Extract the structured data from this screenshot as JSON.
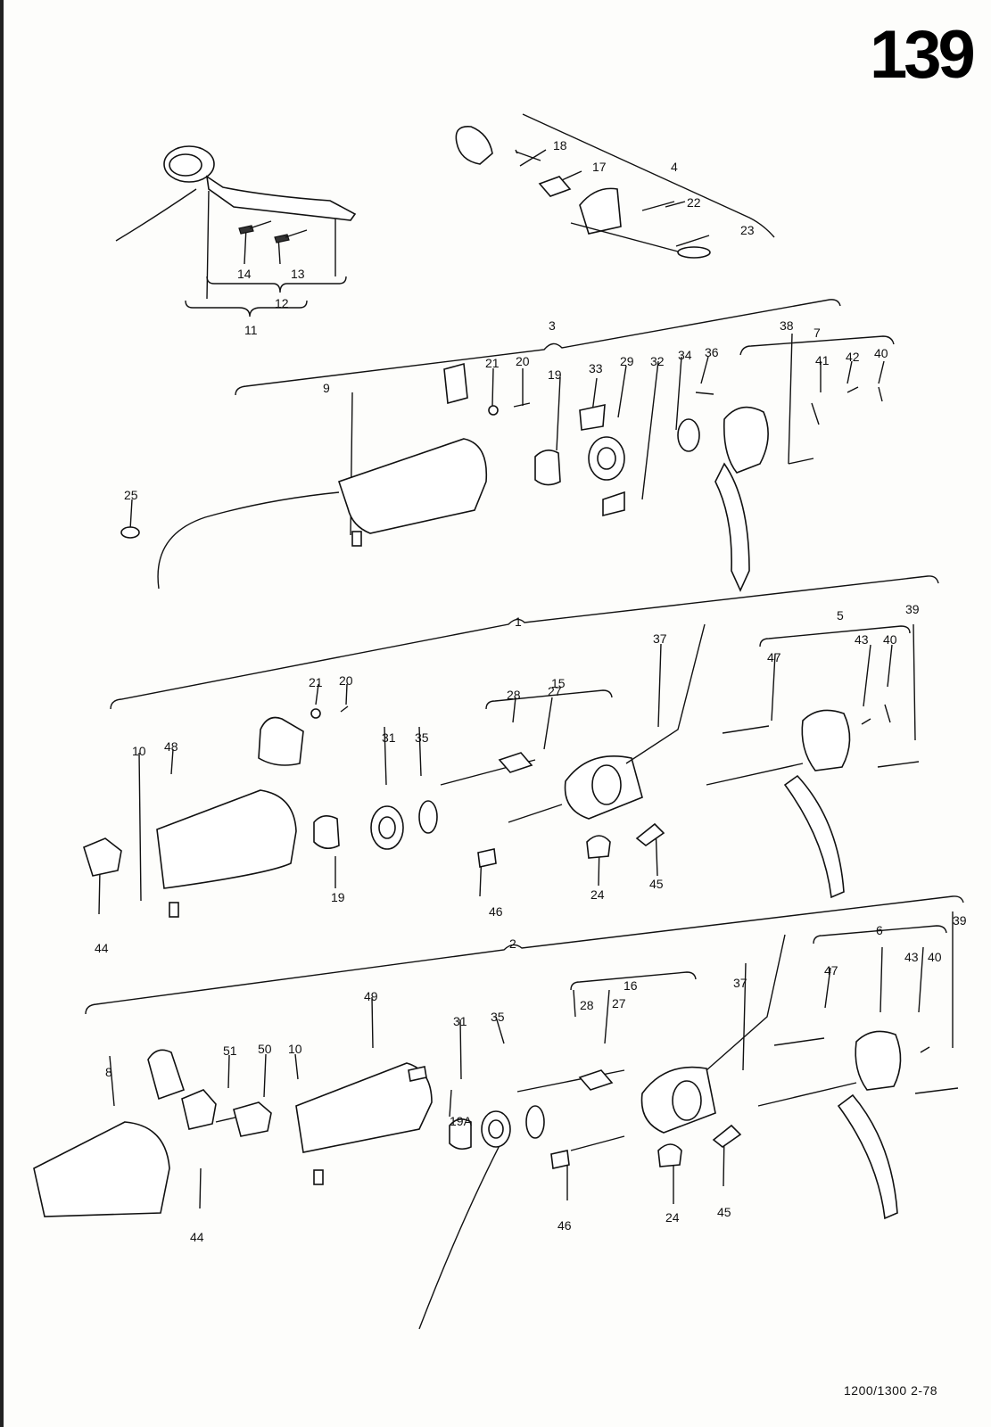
{
  "page_number": "139",
  "footer": "1200/1300  2-78",
  "callouts": {
    "top_left": [
      "11",
      "12",
      "13",
      "14"
    ],
    "top_right": [
      "4",
      "17",
      "18",
      "22",
      "23"
    ],
    "row1": [
      "3",
      "9",
      "25",
      "21",
      "20",
      "19",
      "33",
      "29",
      "32",
      "34",
      "36",
      "38",
      "7",
      "41",
      "42",
      "40"
    ],
    "row2": [
      "1",
      "10",
      "48",
      "21",
      "20",
      "31",
      "35",
      "15",
      "28",
      "27",
      "37",
      "5",
      "47",
      "43",
      "40",
      "39",
      "19",
      "24",
      "45",
      "46",
      "44"
    ],
    "row3": [
      "2",
      "8",
      "51",
      "50",
      "10",
      "49",
      "31",
      "35",
      "16",
      "28",
      "27",
      "37",
      "6",
      "47",
      "43",
      "40",
      "39",
      "19A",
      "24",
      "45",
      "46",
      "44"
    ]
  }
}
